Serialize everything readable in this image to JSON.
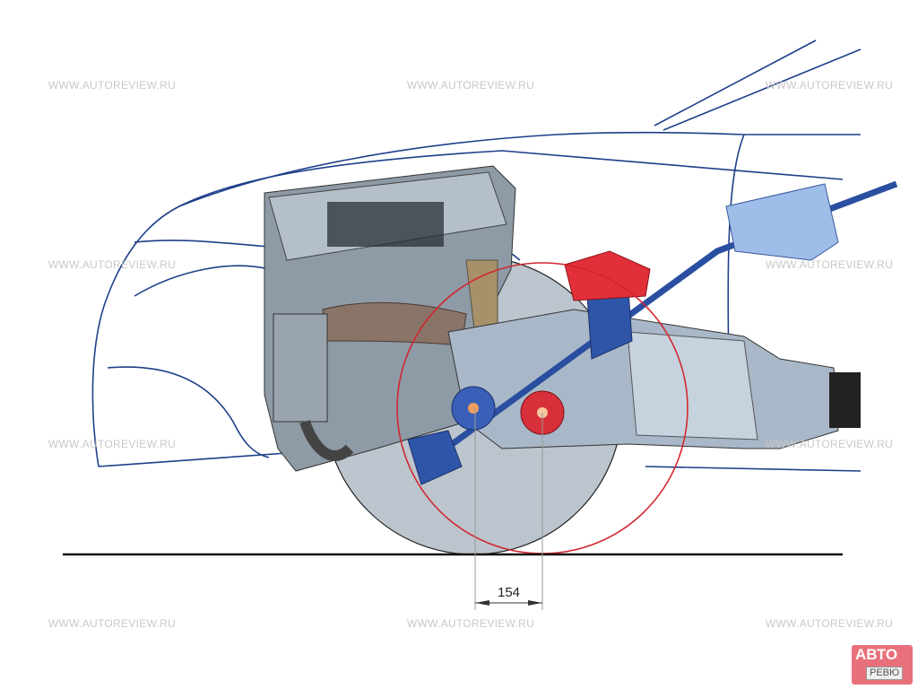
{
  "watermark": "WWW.AUTOREVIEW.RU",
  "dimension": {
    "value": "154",
    "unit": ""
  },
  "logo": {
    "text_top": "АВТО",
    "text_bottom": "РЕВЮ"
  },
  "colors": {
    "outline": "#1e3f8a",
    "red_circle": "#d2262e",
    "wheel": "#b8c2cc",
    "ground": "#111111"
  }
}
